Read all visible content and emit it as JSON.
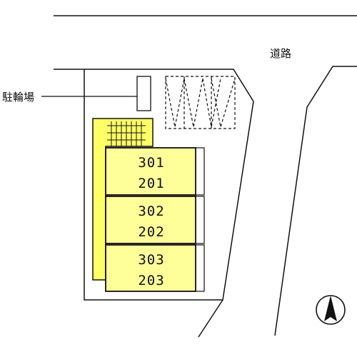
{
  "site_plan": {
    "road_label": "道路",
    "bicycle_parking_label": "駐輪場",
    "units": [
      {
        "upper": "301",
        "lower": "201"
      },
      {
        "upper": "302",
        "lower": "202"
      },
      {
        "upper": "303",
        "lower": "203"
      }
    ],
    "colors": {
      "building_fill": "#ffff99",
      "staircase_fill": "#ffff66",
      "line": "#111111"
    },
    "north_arrow_icon": "north-arrow-icon"
  }
}
